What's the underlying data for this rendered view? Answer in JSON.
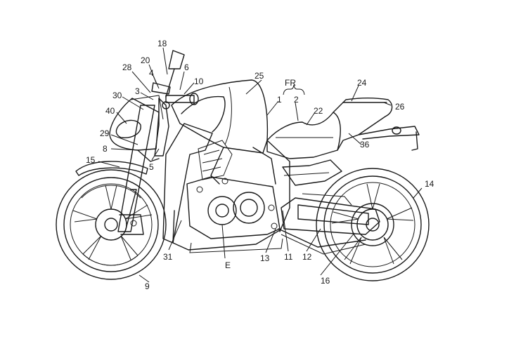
{
  "figure": {
    "labels": {
      "l1": "1",
      "l2": "2",
      "l3": "3",
      "l4": "4",
      "l5": "5",
      "l6": "6",
      "l8": "8",
      "l9": "9",
      "l10": "10",
      "l11": "11",
      "l12": "12",
      "l13": "13",
      "l14": "14",
      "l15": "15",
      "l16": "16",
      "l18": "18",
      "l20": "20",
      "l22": "22",
      "l24": "24",
      "l25": "25",
      "l26": "26",
      "l28": "28",
      "l29": "29",
      "l30": "30",
      "l31": "31",
      "l36": "36",
      "l40": "40",
      "lE": "E",
      "lFR": "FR"
    }
  }
}
